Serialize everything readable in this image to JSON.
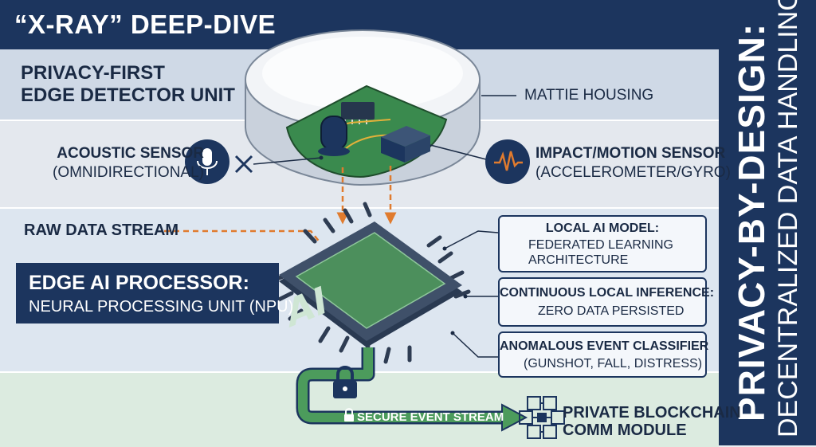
{
  "header": {
    "title": "“X-RAY” DEEP-DIVE",
    "subtitle_line1": "PRIVACY-FIRST",
    "subtitle_line2": "EDGE DETECTOR UNIT"
  },
  "sidebar": {
    "line1": "PRIVACY-BY-DESIGN:",
    "line2": "DECENTRALIZED DATA HANDLING"
  },
  "housing": {
    "label": "MATTIE HOUSING"
  },
  "acoustic": {
    "name": "ACOUSTIC SENSOR",
    "detail": "(OMNIDIRECTIONAL)"
  },
  "impact": {
    "name": "IMPACT/MOTION SENSOR",
    "detail": "(ACCELEROMETER/GYRO)"
  },
  "raw_stream": {
    "label": "RAW DATA STREAM"
  },
  "processor": {
    "title": "EDGE AI PROCESSOR:",
    "detail": "NEURAL PROCESSING UNIT (NPU)",
    "chip_label": "AI"
  },
  "cards": [
    {
      "heading": "LOCAL AI MODEL:",
      "line1": "FEDERATED LEARNING",
      "line2": "ARCHITECTURE"
    },
    {
      "heading": "CONTINUOUS LOCAL INFERENCE:",
      "line1": "ZERO DATA PERSISTED"
    },
    {
      "heading": "ANOMALOUS EVENT CLASSIFIER",
      "line1": "(GUNSHOT, FALL, DISTRESS)"
    }
  ],
  "secure_stream": {
    "label": "SECURE EVENT STREAM"
  },
  "blockchain": {
    "line1": "PRIVATE BLOCKCHAIN",
    "line2": "COMM MODULE"
  },
  "colors": {
    "navy": "#1c355e",
    "green_pcb": "#3a8a4e",
    "orange_arrow": "#e07b2e",
    "chip_green": "#4c8f5c"
  }
}
